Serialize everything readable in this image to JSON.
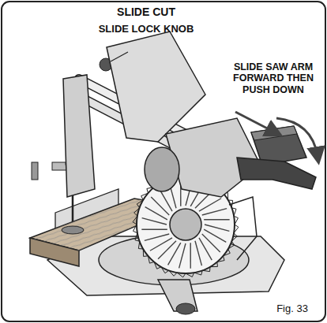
{
  "diagram": {
    "title": "SLIDE CUT",
    "caption": "Fig. 33",
    "labels": [
      "SLIDE LOCK KNOB",
      "SLIDE SAW ARM FORWARD THEN PUSH DOWN"
    ]
  }
}
